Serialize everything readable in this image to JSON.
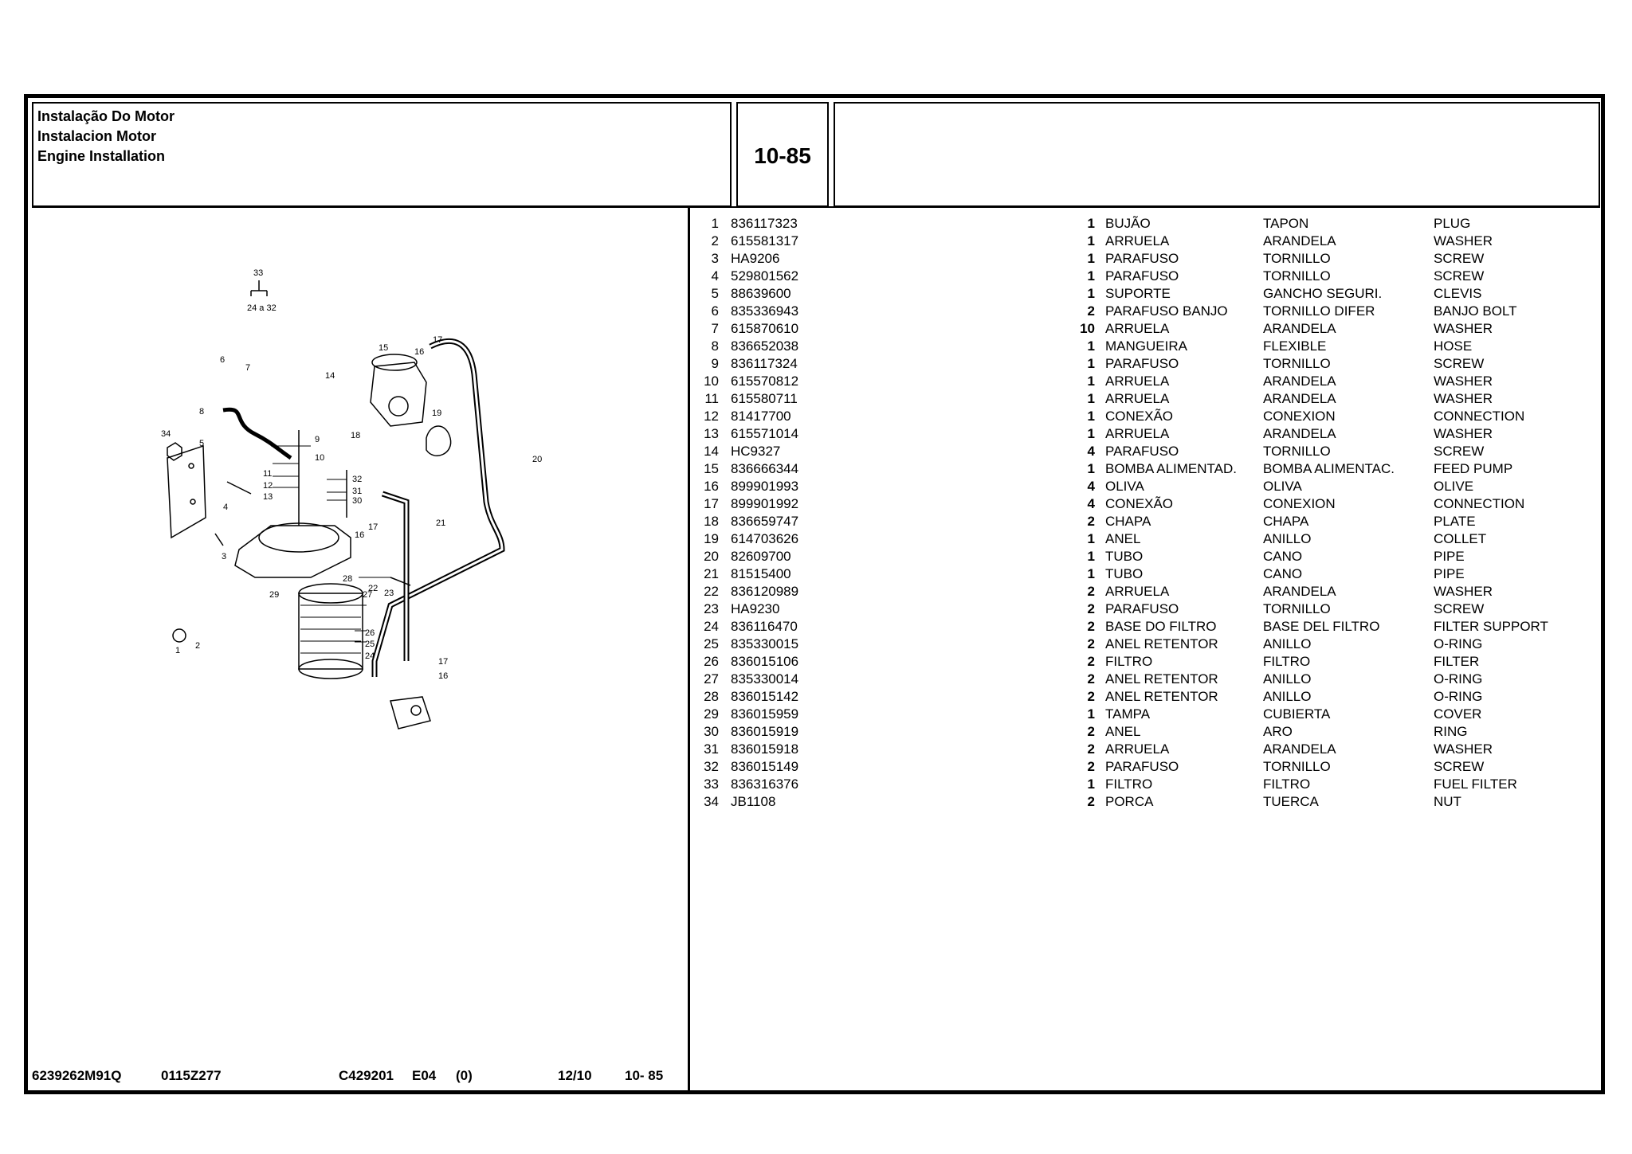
{
  "header": {
    "title_pt": "Instalação Do Motor",
    "title_es": "Instalacion Motor",
    "title_en": "Engine Installation",
    "page_number": "10-85"
  },
  "diagram_labels": [
    "33",
    "24 a 32",
    "6",
    "7",
    "14",
    "15",
    "16",
    "17",
    "8",
    "19",
    "34",
    "5",
    "9",
    "10",
    "11",
    "12",
    "13",
    "32",
    "31",
    "30",
    "4",
    "16",
    "17",
    "20",
    "21",
    "3",
    "28",
    "22",
    "29",
    "27",
    "23",
    "1",
    "2",
    "26",
    "25",
    "24",
    "17",
    "16",
    "18"
  ],
  "parts": [
    {
      "idx": "1",
      "pn": "836117323",
      "qty": "1",
      "pt": "BUJÃO",
      "es": "TAPON",
      "en": "PLUG"
    },
    {
      "idx": "2",
      "pn": "615581317",
      "qty": "1",
      "pt": "ARRUELA",
      "es": "ARANDELA",
      "en": "WASHER"
    },
    {
      "idx": "3",
      "pn": "HA9206",
      "qty": "1",
      "pt": "PARAFUSO",
      "es": "TORNILLO",
      "en": "SCREW"
    },
    {
      "idx": "4",
      "pn": "529801562",
      "qty": "1",
      "pt": "PARAFUSO",
      "es": "TORNILLO",
      "en": "SCREW"
    },
    {
      "idx": "5",
      "pn": "88639600",
      "qty": "1",
      "pt": "SUPORTE",
      "es": "GANCHO SEGURI.",
      "en": "CLEVIS"
    },
    {
      "idx": "6",
      "pn": "835336943",
      "qty": "2",
      "pt": "PARAFUSO BANJO",
      "es": "TORNILLO DIFER",
      "en": "BANJO BOLT"
    },
    {
      "idx": "7",
      "pn": "615870610",
      "qty": "10",
      "pt": "ARRUELA",
      "es": "ARANDELA",
      "en": "WASHER"
    },
    {
      "idx": "8",
      "pn": "836652038",
      "qty": "1",
      "pt": "MANGUEIRA",
      "es": "FLEXIBLE",
      "en": "HOSE"
    },
    {
      "idx": "9",
      "pn": "836117324",
      "qty": "1",
      "pt": "PARAFUSO",
      "es": "TORNILLO",
      "en": "SCREW"
    },
    {
      "idx": "10",
      "pn": "615570812",
      "qty": "1",
      "pt": "ARRUELA",
      "es": "ARANDELA",
      "en": "WASHER"
    },
    {
      "idx": "11",
      "pn": "615580711",
      "qty": "1",
      "pt": "ARRUELA",
      "es": "ARANDELA",
      "en": "WASHER"
    },
    {
      "idx": "12",
      "pn": "81417700",
      "qty": "1",
      "pt": "CONEXÃO",
      "es": "CONEXION",
      "en": "CONNECTION"
    },
    {
      "idx": "13",
      "pn": "615571014",
      "qty": "1",
      "pt": "ARRUELA",
      "es": "ARANDELA",
      "en": "WASHER"
    },
    {
      "idx": "14",
      "pn": "HC9327",
      "qty": "4",
      "pt": "PARAFUSO",
      "es": "TORNILLO",
      "en": "SCREW"
    },
    {
      "idx": "15",
      "pn": "836666344",
      "qty": "1",
      "pt": "BOMBA ALIMENTAD.",
      "es": "BOMBA ALIMENTAC.",
      "en": "FEED PUMP"
    },
    {
      "idx": "16",
      "pn": "899901993",
      "qty": "4",
      "pt": "OLIVA",
      "es": "OLIVA",
      "en": "OLIVE"
    },
    {
      "idx": "17",
      "pn": "899901992",
      "qty": "4",
      "pt": "CONEXÃO",
      "es": "CONEXION",
      "en": "CONNECTION"
    },
    {
      "idx": "18",
      "pn": "836659747",
      "qty": "2",
      "pt": "CHAPA",
      "es": "CHAPA",
      "en": "PLATE"
    },
    {
      "idx": "19",
      "pn": "614703626",
      "qty": "1",
      "pt": "ANEL",
      "es": "ANILLO",
      "en": "COLLET"
    },
    {
      "idx": "20",
      "pn": "82609700",
      "qty": "1",
      "pt": "TUBO",
      "es": "CANO",
      "en": "PIPE"
    },
    {
      "idx": "21",
      "pn": "81515400",
      "qty": "1",
      "pt": "TUBO",
      "es": "CANO",
      "en": "PIPE"
    },
    {
      "idx": "22",
      "pn": "836120989",
      "qty": "2",
      "pt": "ARRUELA",
      "es": "ARANDELA",
      "en": "WASHER"
    },
    {
      "idx": "23",
      "pn": "HA9230",
      "qty": "2",
      "pt": "PARAFUSO",
      "es": "TORNILLO",
      "en": "SCREW"
    },
    {
      "idx": "24",
      "pn": "836116470",
      "qty": "2",
      "pt": "BASE DO FILTRO",
      "es": "BASE DEL FILTRO",
      "en": "FILTER SUPPORT"
    },
    {
      "idx": "25",
      "pn": "835330015",
      "qty": "2",
      "pt": "ANEL RETENTOR",
      "es": "ANILLO",
      "en": "O-RING"
    },
    {
      "idx": "26",
      "pn": "836015106",
      "qty": "2",
      "pt": "FILTRO",
      "es": "FILTRO",
      "en": "FILTER"
    },
    {
      "idx": "27",
      "pn": "835330014",
      "qty": "2",
      "pt": "ANEL RETENTOR",
      "es": "ANILLO",
      "en": "O-RING"
    },
    {
      "idx": "28",
      "pn": "836015142",
      "qty": "2",
      "pt": "ANEL RETENTOR",
      "es": "ANILLO",
      "en": "O-RING"
    },
    {
      "idx": "29",
      "pn": "836015959",
      "qty": "1",
      "pt": "TAMPA",
      "es": "CUBIERTA",
      "en": "COVER"
    },
    {
      "idx": "30",
      "pn": "836015919",
      "qty": "2",
      "pt": "ANEL",
      "es": "ARO",
      "en": "RING"
    },
    {
      "idx": "31",
      "pn": "836015918",
      "qty": "2",
      "pt": "ARRUELA",
      "es": "ARANDELA",
      "en": "WASHER"
    },
    {
      "idx": "32",
      "pn": "836015149",
      "qty": "2",
      "pt": "PARAFUSO",
      "es": "TORNILLO",
      "en": "SCREW"
    },
    {
      "idx": "33",
      "pn": "836316376",
      "qty": "1",
      "pt": "FILTRO",
      "es": "FILTRO",
      "en": "FUEL FILTER"
    },
    {
      "idx": "34",
      "pn": "JB1108",
      "qty": "2",
      "pt": "PORCA",
      "es": "TUERCA",
      "en": "NUT"
    }
  ],
  "footer": {
    "doc_code": "6239262M91Q",
    "ref_code": "0115Z277",
    "plate_code": "C429201",
    "edition": "E04",
    "revision": "(0)",
    "date": "12/10",
    "page": "10- 85"
  }
}
